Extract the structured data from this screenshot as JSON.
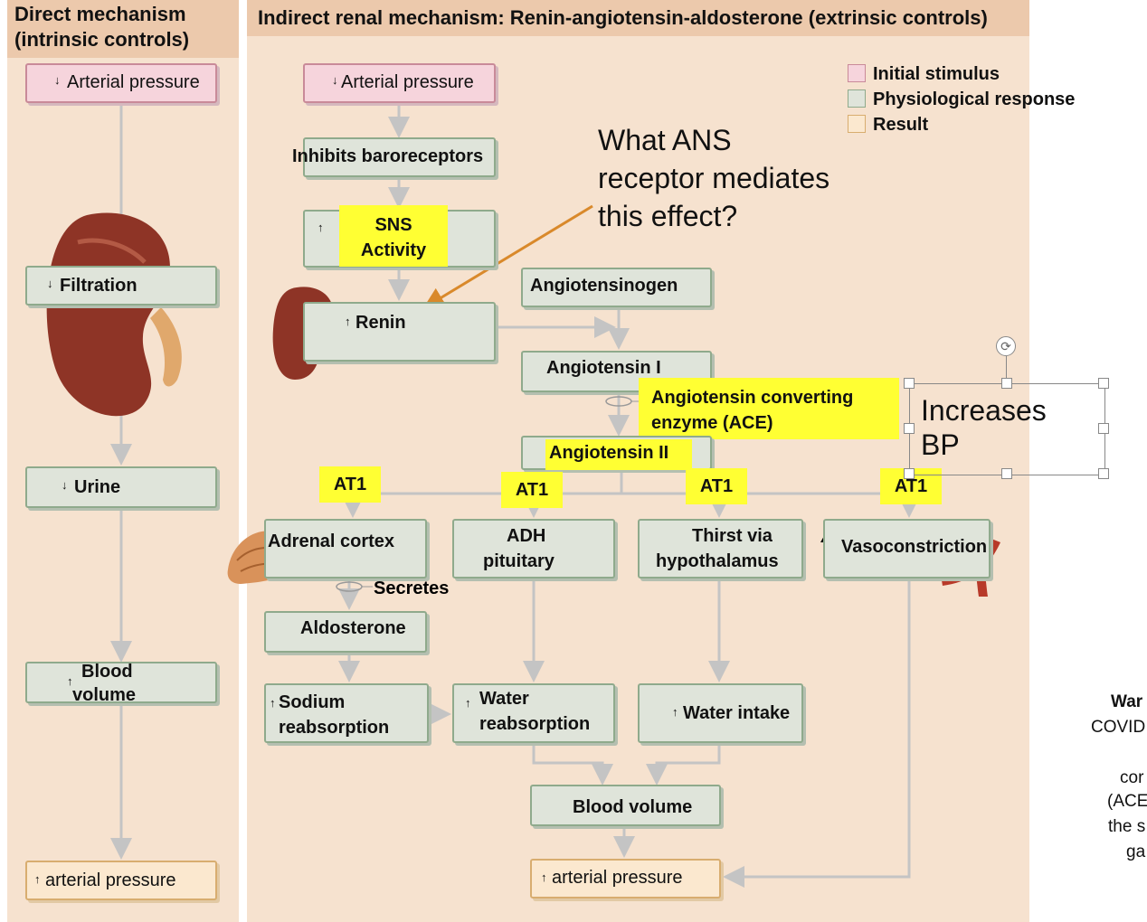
{
  "direct": {
    "header_line1": "Direct mechanism",
    "header_line2": "(intrinsic controls)",
    "arterial_pressure": "Arterial pressure",
    "filtration": "Filtration",
    "urine": "Urine",
    "blood_volume_line1": "Blood",
    "blood_volume_line2": "volume",
    "result": "arterial pressure"
  },
  "indirect": {
    "header": "Indirect renal mechanism: Renin-angiotensin-aldosterone (extrinsic controls)",
    "arterial_pressure": "Arterial pressure",
    "inhibits_baroreceptors": "Inhibits baroreceptors",
    "sns_line1": "SNS",
    "sns_line2": "Activity",
    "renin": "Renin",
    "angiotensinogen": "Angiotensinogen",
    "angiotensin_i": "Angiotensin I",
    "ace_line1": "Angiotensin converting",
    "ace_line2": "enzyme (ACE)",
    "angiotensin_ii": "Angiotensin II",
    "at1": "AT1",
    "adrenal_cortex": "Adrenal cortex",
    "secretes": "Secretes",
    "aldosterone": "Aldosterone",
    "sodium_line1": "Sodium",
    "sodium_line2": "reabsorption",
    "adh_line1": "ADH",
    "adh_line2": "pituitary",
    "water_reabs_line1": "Water",
    "water_reabs_line2": "reabsorption",
    "thirst_line1": "Thirst via",
    "thirst_line2": "hypothalamus",
    "water_intake": "Water intake",
    "vasoconstriction": "Vasoconstriction",
    "blood_volume": "Blood volume",
    "result": "arterial pressure"
  },
  "legend": {
    "items": [
      {
        "label": "Initial stimulus",
        "color": "#f6d4dc"
      },
      {
        "label": "Physiological response",
        "color": "#dfe4da"
      },
      {
        "label": "Result",
        "color": "#fbe8cf"
      }
    ]
  },
  "question": {
    "line1": "What ANS",
    "line2": "receptor mediates",
    "line3": "this effect?"
  },
  "annotation": {
    "line1": "Increases",
    "line2": "BP"
  },
  "side_note": {
    "lines": [
      "War",
      "COVID",
      "cor",
      "(ACE",
      "the s",
      "ga"
    ]
  },
  "symbols": {
    "down": "↓",
    "up": "↑"
  },
  "colors": {
    "panel": "#f6e2cf",
    "header": "#ecc9ac",
    "highlight": "#ffff33",
    "arrow": "#c4c4c4",
    "question_arrow": "#d9892b"
  }
}
